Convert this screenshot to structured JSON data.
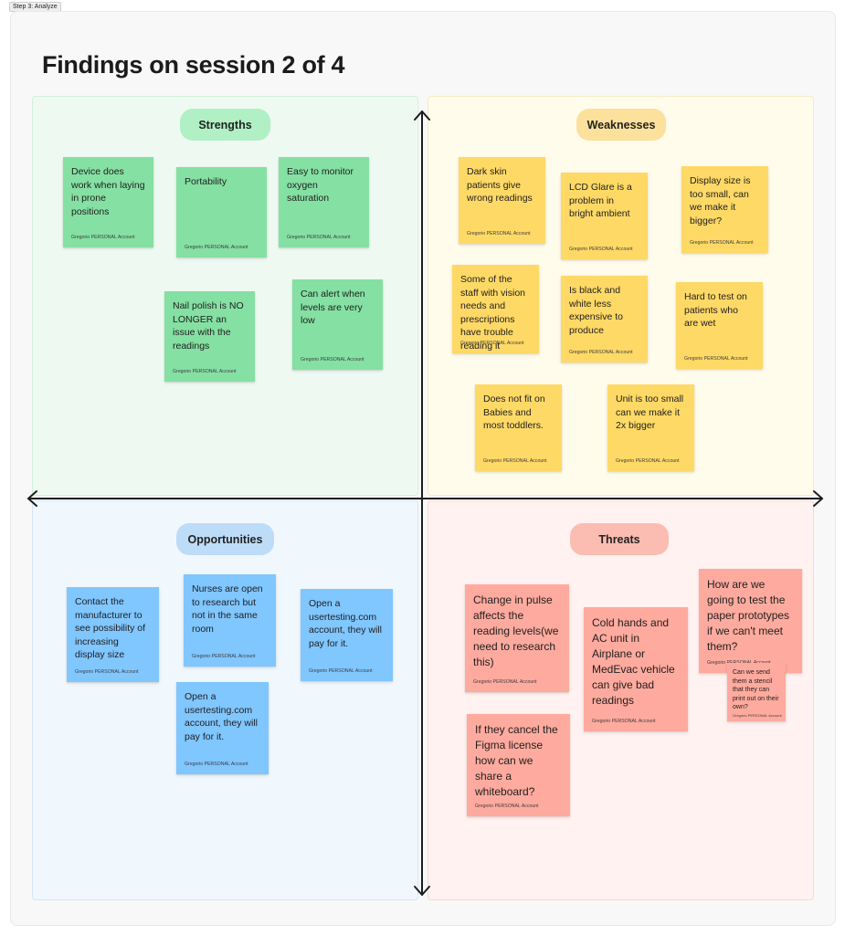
{
  "frame": {
    "label": "Step 3: Analyze"
  },
  "board": {
    "title": "Findings on session 2 of 4"
  },
  "quadrants": {
    "strengths": "Strengths",
    "weaknesses": "Weaknesses",
    "opportunities": "Opportunities",
    "threats": "Threats"
  },
  "author": "Gregorio PERSONAL Account",
  "notes": {
    "strengths": [
      "Device does work when laying in prone positions",
      "Portability",
      "Easy to monitor oxygen saturation",
      "Nail polish is NO LONGER an issue with the readings",
      "Can alert when levels are very low"
    ],
    "weaknesses": [
      "Dark skin patients give wrong readings",
      "LCD Glare is a problem in bright ambient",
      "Display size is too small, can we make it bigger?",
      "Some of the staff with vision needs and prescriptions have trouble reading it",
      "Is black and white less expensive to produce",
      "Hard to test on patients who are wet",
      "Does not fit on Babies and most toddlers.",
      "Unit is too small can we make it 2x bigger"
    ],
    "opportunities": [
      "Contact the manufacturer to see possibility of increasing display size",
      "Nurses are open to research but not in the same room",
      "Open a usertesting.com account, they will pay for it.",
      "Open a usertesting.com account, they will pay for it."
    ],
    "threats": [
      "Change in pulse affects the reading levels(we need to research this)",
      "Cold hands and AC unit in Airplane or MedEvac vehicle can give bad readings",
      "How are we going to test the paper prototypes if we can't meet them?",
      "Can we send them a stencil that they can print out on their own?",
      "If they cancel the Figma license how can we share a whiteboard?"
    ]
  },
  "colors": {
    "strength_note": "#85e0a3",
    "weakness_note": "#ffd966",
    "opportunity_note": "#80c6ff",
    "threat_note": "#ffaa9e",
    "axis": "#1e1e1e"
  }
}
